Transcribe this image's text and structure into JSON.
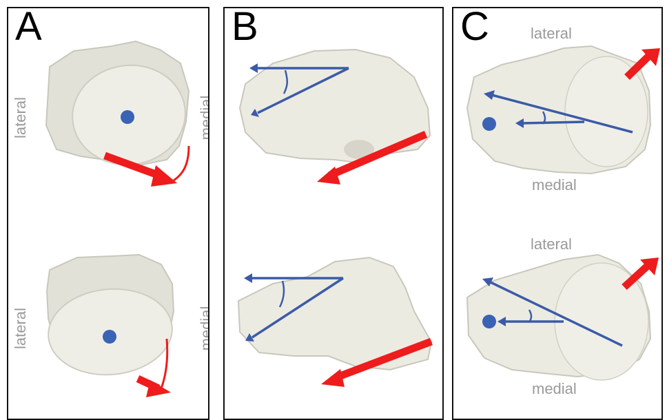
{
  "panels": [
    {
      "letter": "A",
      "label_left": "lateral",
      "label_right": "medial"
    },
    {
      "letter": "B"
    },
    {
      "letter": "C",
      "label_top": "lateral",
      "label_bottom": "medial"
    }
  ],
  "colors": {
    "bone": "#ecebe2",
    "bone_shadow": "#c9c7bc",
    "arrow_red": "#ee1c1c",
    "vector_blue": "#3b5ba8",
    "dot_blue": "#3a62b5",
    "label_gray": "#9a9a9a",
    "border": "#111111"
  }
}
